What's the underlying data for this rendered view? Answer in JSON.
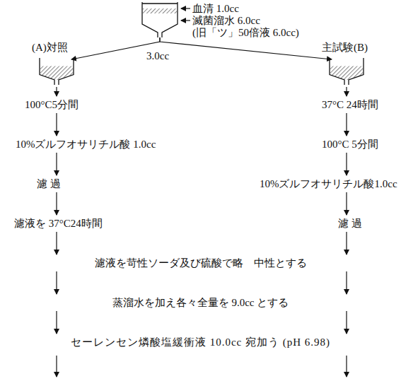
{
  "diagram": {
    "nodes": [
      {
        "text": [
          "血清 1.0cc",
          "滅菌溜水 6.0cc",
          "(旧「ツ」50倍液 6.0cc)"
        ]
      },
      {
        "text": [
          "(A)対照"
        ]
      },
      {
        "text": [
          "主試験(B)"
        ]
      },
      {
        "text": [
          "100°C5分間"
        ]
      },
      {
        "text": [
          "10%ズルフオサリチル酸 1.0cc"
        ]
      },
      {
        "text": [
          "濾 過"
        ]
      },
      {
        "text": [
          "濾液を 37°C24時間"
        ]
      },
      {
        "text": [
          "37°C 24時間"
        ]
      },
      {
        "text": [
          "100°C 5分間"
        ]
      },
      {
        "text": [
          "10%ズルフオサリチル酸1.0cc"
        ]
      },
      {
        "text": [
          "濾 過"
        ]
      },
      {
        "text": [
          "濾液を苛性ソーダ及び硫酸で略ゝ中性とする"
        ]
      },
      {
        "text": [
          "蒸溜水を加え各々全量を 9.0cc とする"
        ]
      },
      {
        "text": [
          "セーレンセン燐酸塩緩衝液 10.0cc 宛加う (pH 6.98)"
        ]
      }
    ],
    "edges": [
      {
        "from": 0,
        "to": 1,
        "arrow": "to"
      },
      {
        "from": 0,
        "to": 2,
        "arrow": "to"
      },
      {
        "from": 1,
        "to": 3,
        "arrow": "to"
      },
      {
        "from": 3,
        "to": 4,
        "arrow": "to"
      },
      {
        "from": 4,
        "to": 5,
        "arrow": "to"
      },
      {
        "from": 5,
        "to": 6,
        "arrow": "to"
      },
      {
        "from": 6,
        "to": 11,
        "arrow": "to"
      },
      {
        "from": 2,
        "to": 7,
        "arrow": "to"
      },
      {
        "from": 7,
        "to": 8,
        "arrow": "to"
      },
      {
        "from": 8,
        "to": 9,
        "arrow": "to"
      },
      {
        "from": 9,
        "to": 10,
        "arrow": "to"
      },
      {
        "from": 10,
        "to": 11,
        "arrow": "to"
      },
      {
        "from": 11,
        "to": 12,
        "arrow": "to"
      },
      {
        "from": 12,
        "to": 13,
        "arrow": "to"
      }
    ],
    "labels": [
      "3.0cc"
    ]
  }
}
